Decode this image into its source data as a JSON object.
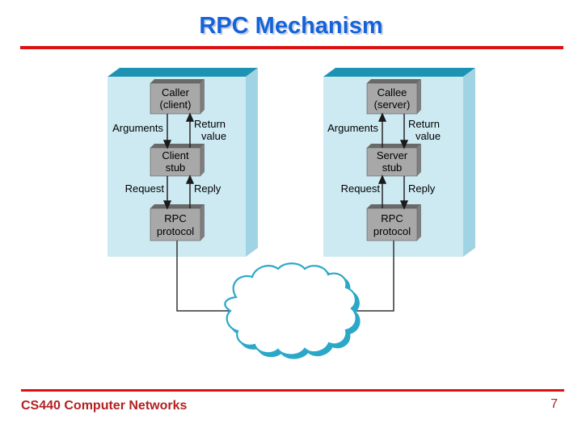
{
  "slide": {
    "title": "RPC Mechanism",
    "footer": "CS440 Computer Networks",
    "page_number": "7"
  },
  "colors": {
    "title_blue": "#1563DB",
    "rule_red": "#DD1111",
    "footer_red": "#B22222",
    "panel_front": "#CDEAF3",
    "panel_side": "#A0D4E4",
    "panel_top": "#1D93B4",
    "box_front": "#A8A8A8",
    "box_top": "#696969",
    "box_side": "#7E7E7E",
    "cloud_outline": "#2BA8C8",
    "cloud_fill": "#FFFFFF",
    "arrow_line": "#1A1A1A"
  },
  "diagram": {
    "client": {
      "caller_line1": "Caller",
      "caller_line2": "(client)",
      "stub_line1": "Client",
      "stub_line2": "stub",
      "rpc_line1": "RPC",
      "rpc_line2": "protocol",
      "arguments": "Arguments",
      "return_line1": "Return",
      "return_line2": "value",
      "request": "Request",
      "reply": "Reply"
    },
    "server": {
      "callee_line1": "Callee",
      "callee_line2": "(server)",
      "stub_line1": "Server",
      "stub_line2": "stub",
      "rpc_line1": "RPC",
      "rpc_line2": "protocol",
      "arguments": "Arguments",
      "return_line1": "Return",
      "return_line2": "value",
      "request": "Request",
      "reply": "Reply"
    }
  }
}
